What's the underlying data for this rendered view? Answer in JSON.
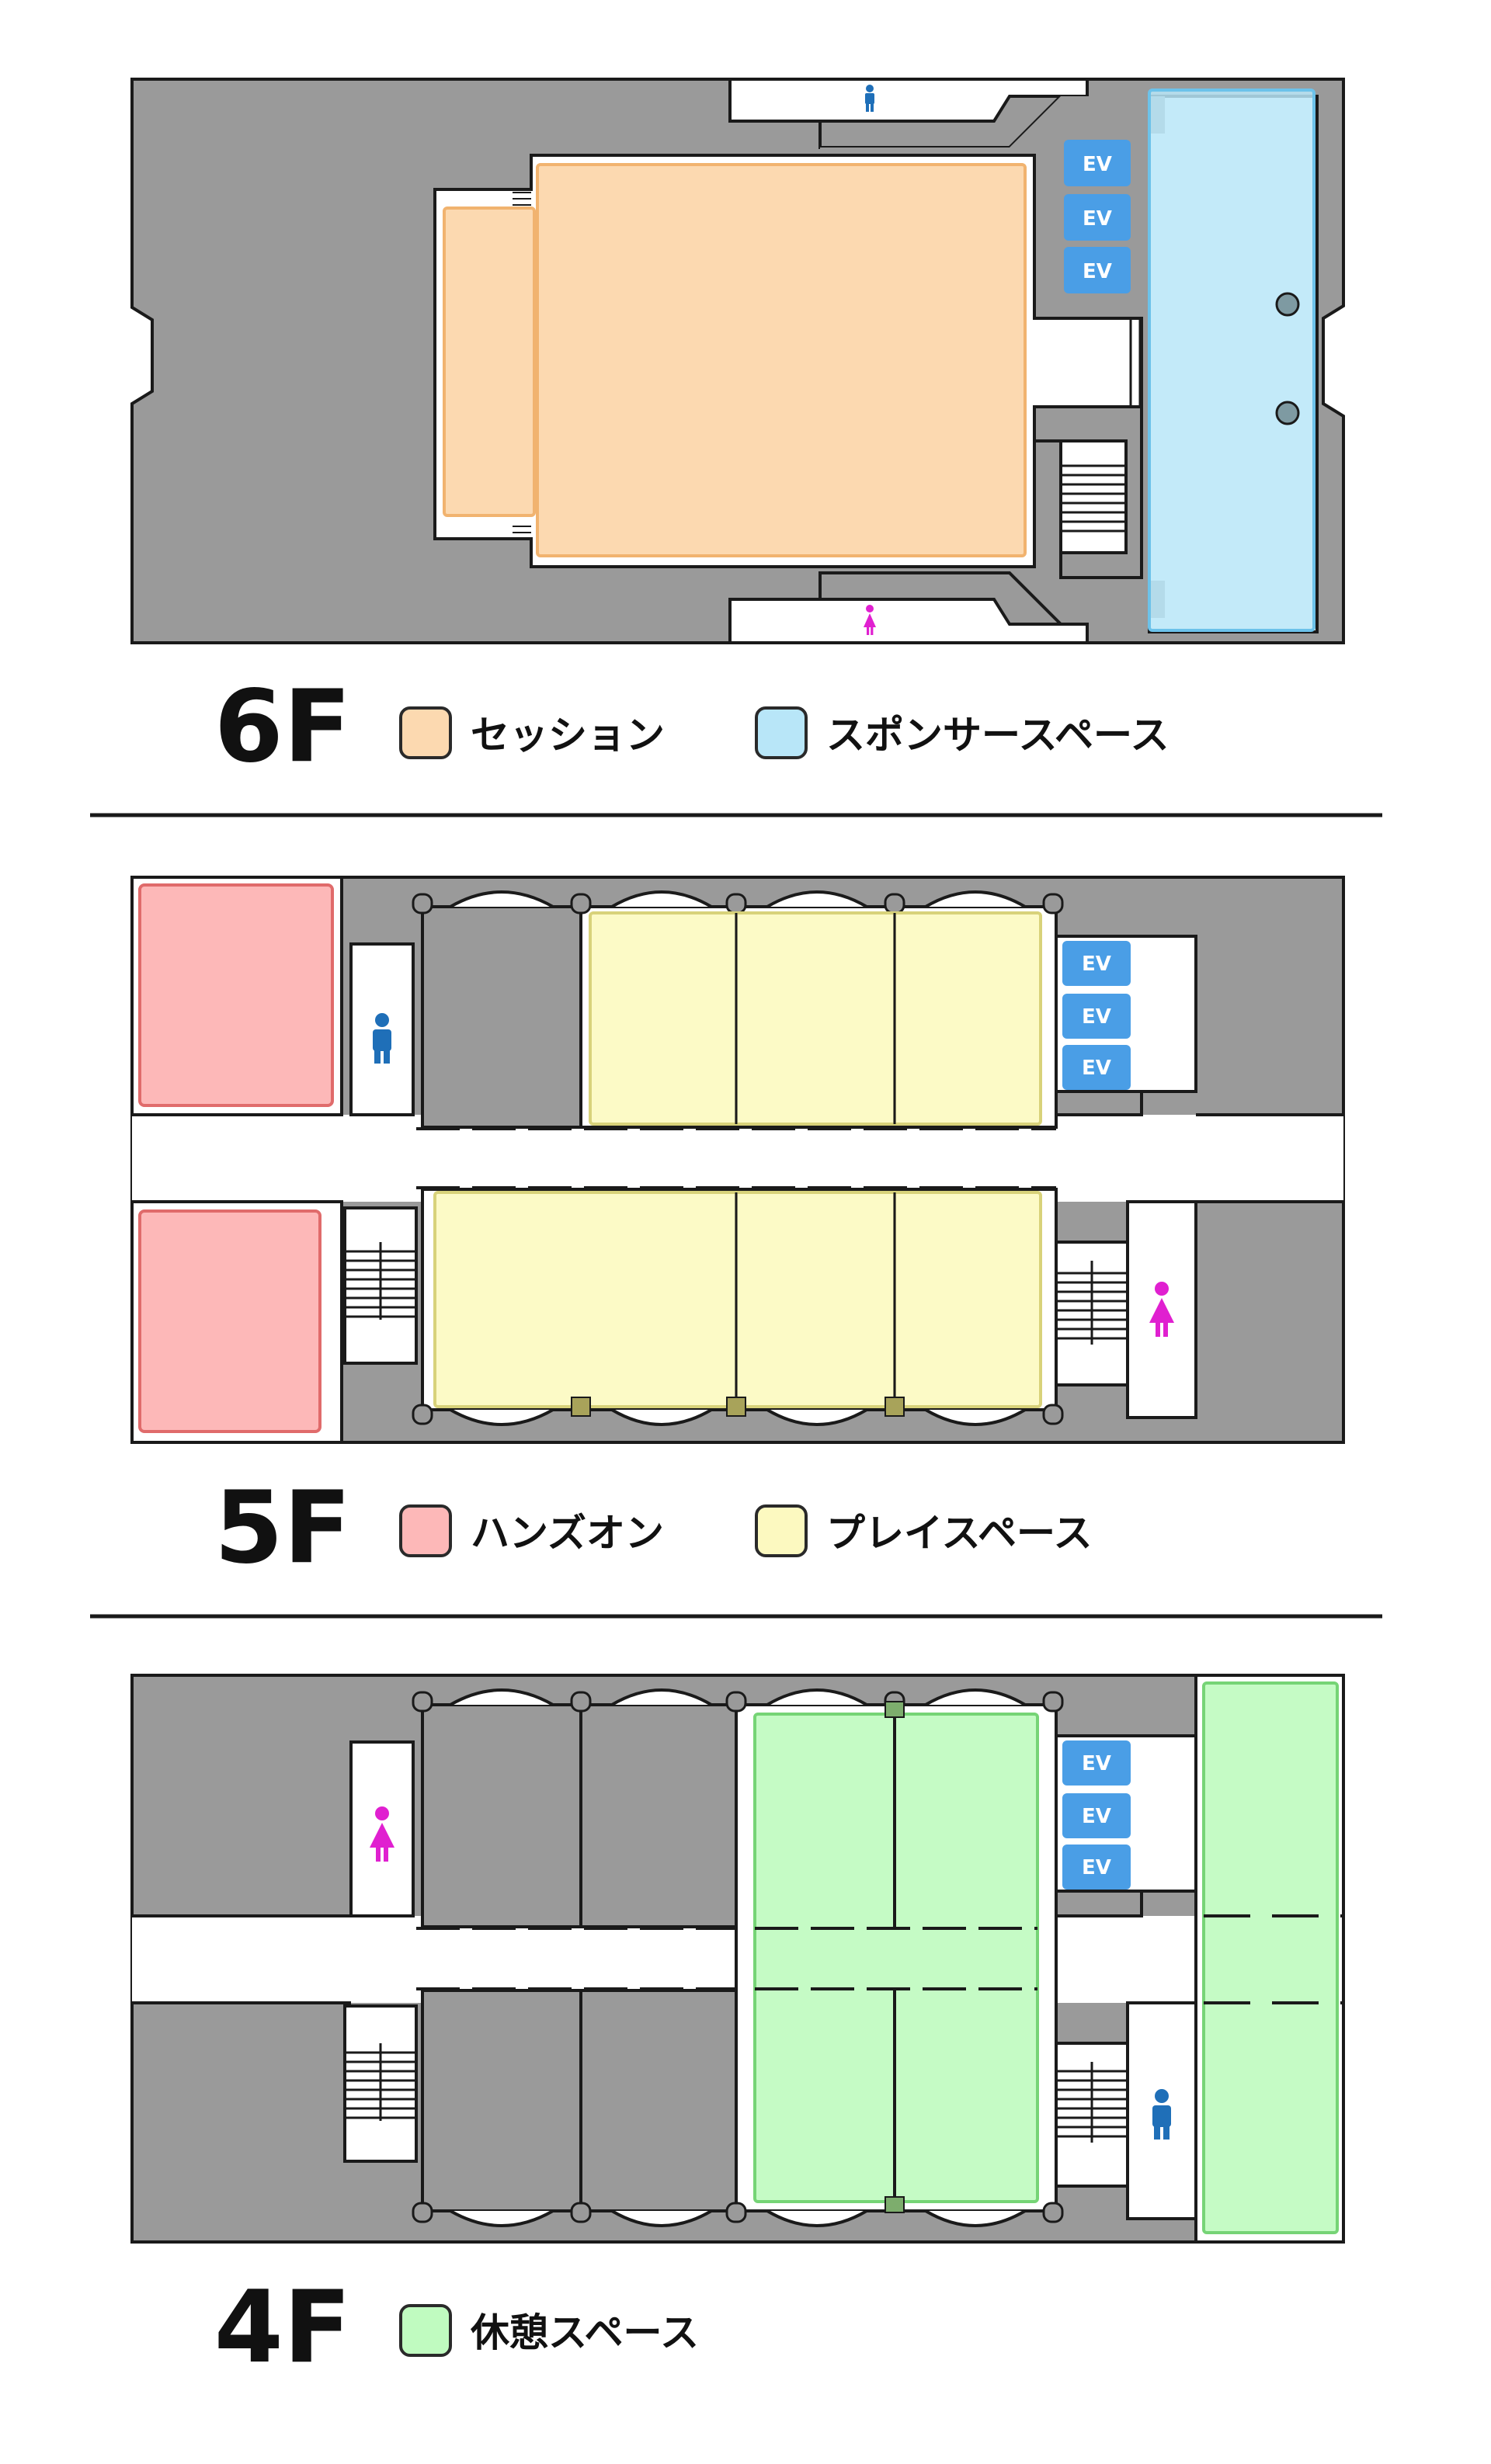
{
  "colors": {
    "building": "#9a9a9a",
    "wall": "#1a1a1a",
    "elevator": "#4a9ee6",
    "male_icon": "#1f6fb8",
    "female_icon": "#e020d0",
    "session": "#fcd9b0",
    "session_border": "#f1b36f",
    "sponsor": "#b8e6f8",
    "sponsor_border": "#6cc2ea",
    "handson": "#fdb8b8",
    "handson_border": "#e06b6b",
    "play": "#fcf9c0",
    "play_border": "#d8d27a",
    "rest": "#c0fbc0",
    "rest_border": "#76d476"
  },
  "floors": [
    {
      "id": "6f",
      "title": "6F",
      "legend": [
        {
          "label": "セッション",
          "color_key": "session"
        },
        {
          "label": "スポンサースペース",
          "color_key": "sponsor"
        }
      ],
      "elevators": [
        "EV",
        "EV",
        "EV"
      ],
      "restrooms": [
        "male-icon",
        "female-icon"
      ]
    },
    {
      "id": "5f",
      "title": "5F",
      "legend": [
        {
          "label": "ハンズオン",
          "color_key": "handson"
        },
        {
          "label": "プレイスペース",
          "color_key": "play"
        }
      ],
      "elevators": [
        "EV",
        "EV",
        "EV"
      ],
      "restrooms": [
        "male-icon",
        "female-icon"
      ]
    },
    {
      "id": "4f",
      "title": "4F",
      "legend": [
        {
          "label": "休憩スペース",
          "color_key": "rest"
        }
      ],
      "elevators": [
        "EV",
        "EV",
        "EV"
      ],
      "restrooms": [
        "female-icon",
        "male-icon"
      ]
    }
  ]
}
